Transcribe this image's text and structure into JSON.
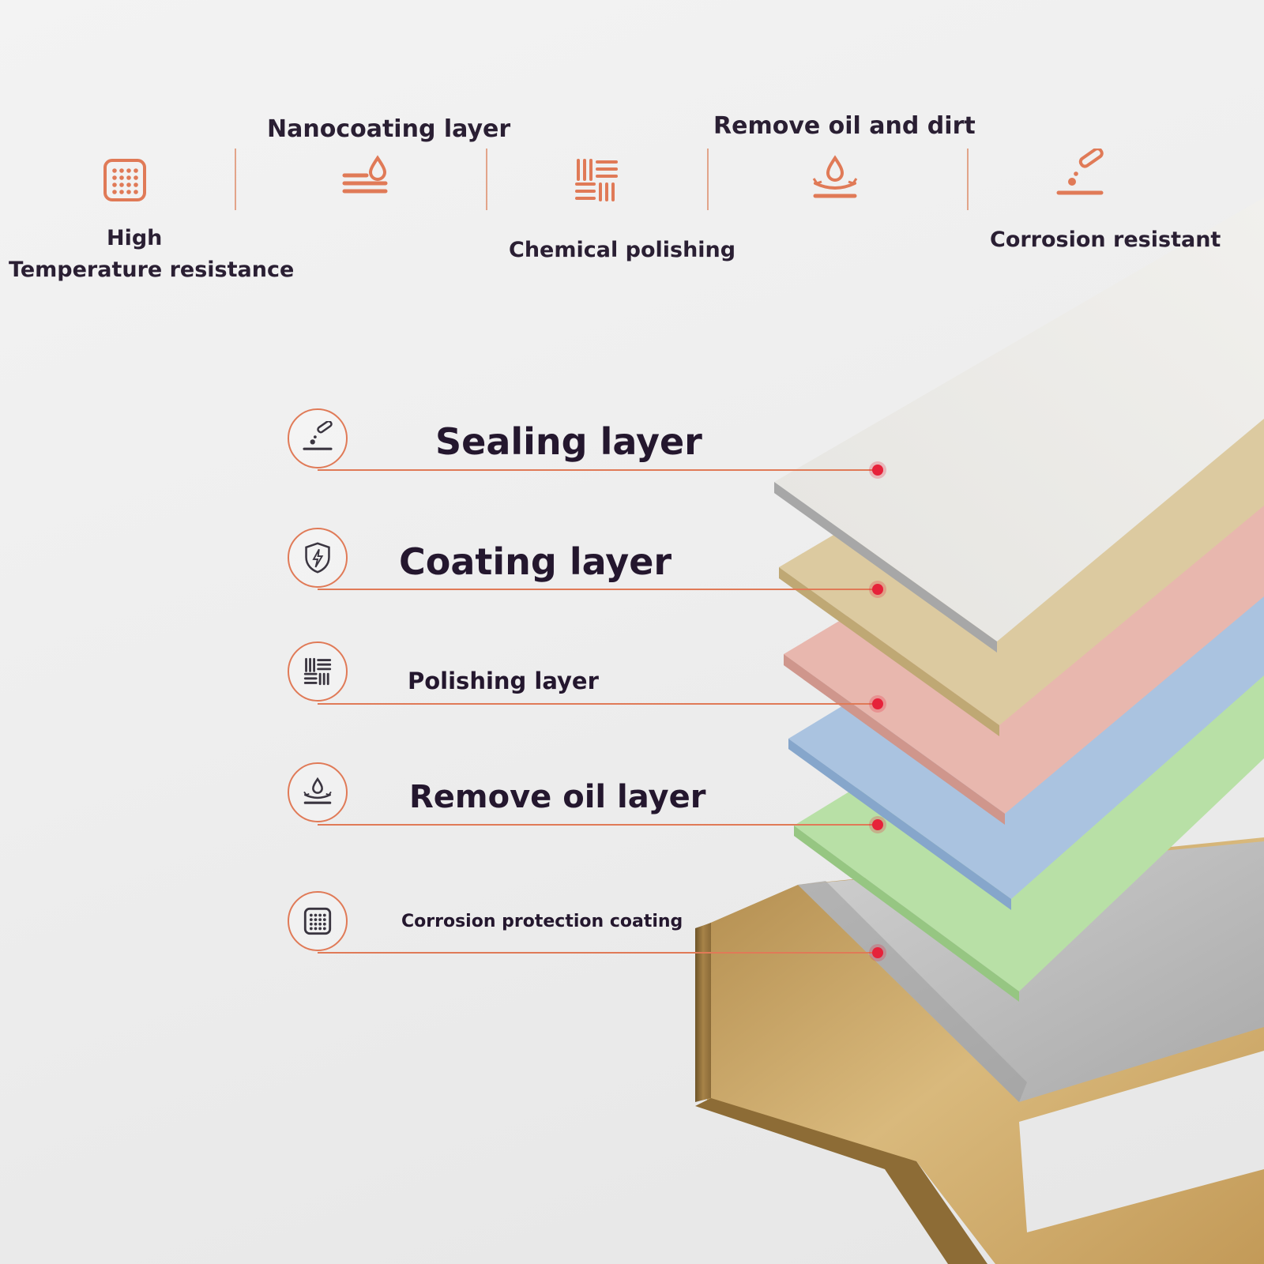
{
  "features": [
    {
      "id": "high-temp",
      "line1": "High",
      "line2": "Temperature resistance",
      "icon": "grid-dots-icon"
    },
    {
      "id": "nanocoating",
      "label": "Nanocoating layer",
      "icon": "layers-drop-icon"
    },
    {
      "id": "chemical-polishing",
      "label": "Chemical polishing",
      "icon": "polish-lines-icon"
    },
    {
      "id": "remove-oil",
      "label": "Remove oil and dirt",
      "icon": "water-drop-icon"
    },
    {
      "id": "corrosion",
      "label": "Corrosion resistant",
      "icon": "spray-nozzle-icon"
    }
  ],
  "layers": [
    {
      "label": "Sealing layer",
      "icon": "spray-nozzle-icon"
    },
    {
      "label": "Coating layer",
      "icon": "shield-bolt-icon"
    },
    {
      "label": "Polishing layer",
      "icon": "polish-lines-icon"
    },
    {
      "label": "Remove oil layer",
      "icon": "water-drop-icon"
    },
    {
      "label": "Corrosion protection coating",
      "icon": "grid-dots-icon"
    }
  ],
  "colors": {
    "accent": "#e07a57",
    "pointer_dot": "#e6223a",
    "text": "#2a1f33",
    "layer_sealing": "#ebe9e4",
    "layer_coating": "#dccaa0",
    "layer_polishing": "#e8b7ae",
    "layer_remove_oil": "#aac3e0",
    "layer_corrosion": "#b8e0a6",
    "base_profile": "#c7a56c"
  }
}
